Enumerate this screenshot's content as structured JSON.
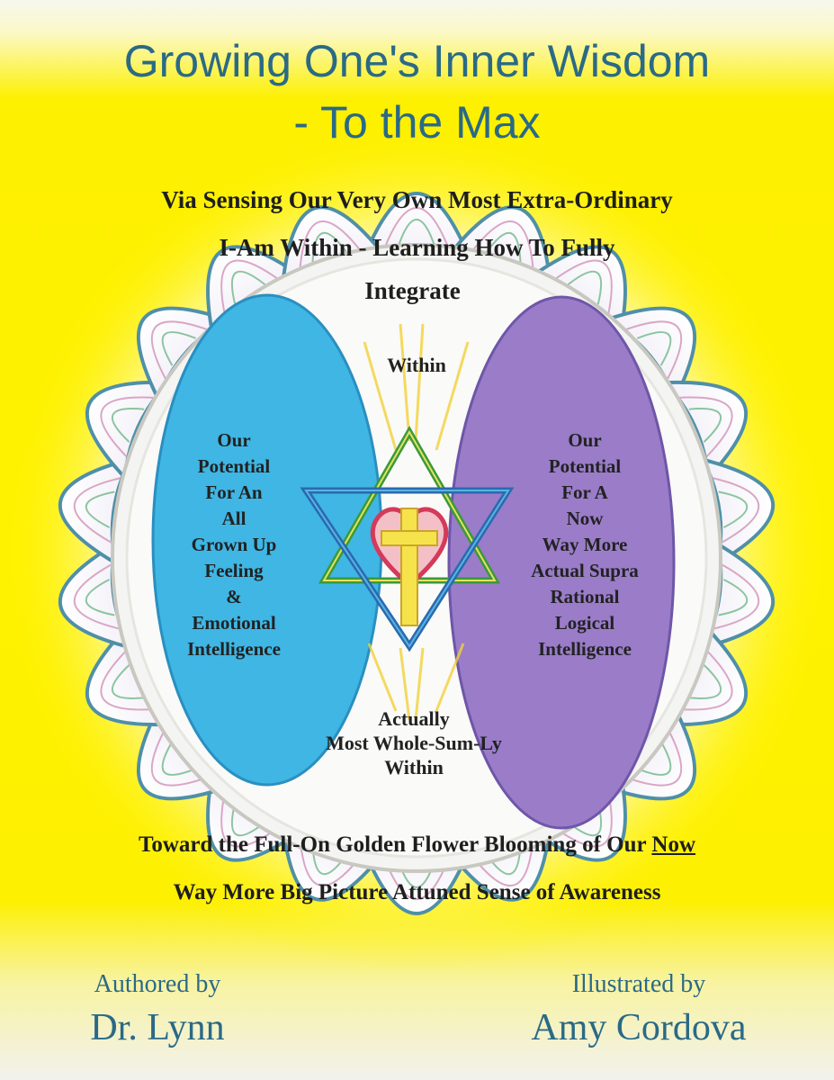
{
  "cover": {
    "title_line1": "Growing One's Inner Wisdom",
    "title_line2": "- To the Max",
    "subtitle_line1": "Via Sensing Our Very Own Most Extra-Ordinary",
    "subtitle_line2": "I-Am Within - Learning How To Fully",
    "subtitle_line3": "Integrate",
    "center_top": "Within",
    "left_oval": [
      "Our",
      "Potential",
      "For An",
      "All",
      "Grown Up",
      "Feeling",
      "&",
      "Emotional",
      "Intelligence"
    ],
    "right_oval": [
      "Our",
      "Potential",
      "For A",
      "Now",
      "Way More",
      "Actual Supra",
      "Rational",
      "Logical",
      "Intelligence"
    ],
    "center_bottom": [
      "Actually",
      "Most Whole-Sum-Ly",
      "Within"
    ],
    "bottom_line1_a": "Toward the Full-On Golden Flower Blooming of Our ",
    "bottom_line1_b": "Now",
    "bottom_line2": "Way More Big Picture Attuned Sense of Awareness",
    "author_label": "Authored by",
    "author_name": "Dr. Lynn",
    "illustrator_label": "Illustrated by",
    "illustrator_name": "Amy Cordova"
  },
  "colors": {
    "background_yellow": "#fff200",
    "title_blue": "#2a6a86",
    "left_oval": "#3fb6e4",
    "right_oval": "#9a7cc9",
    "petal_outline": "#4f8fa8"
  },
  "icons": [
    "star-of-david-icon",
    "heart-icon",
    "cross-icon"
  ]
}
